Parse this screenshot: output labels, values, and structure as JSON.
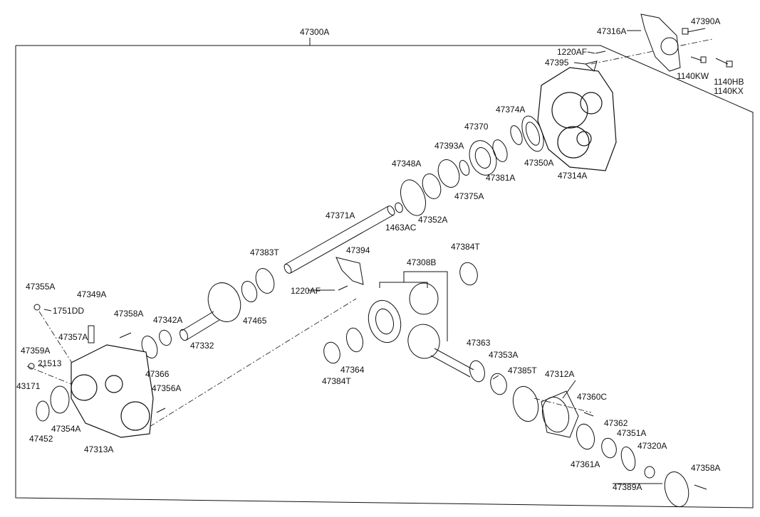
{
  "assembly_label": "47300A",
  "parts": [
    {
      "id": "p47316A",
      "text": "47316A"
    },
    {
      "id": "p47390A",
      "text": "47390A"
    },
    {
      "id": "p1220AF_top",
      "text": "1220AF"
    },
    {
      "id": "p47395",
      "text": "47395"
    },
    {
      "id": "p1140KW",
      "text": "1140KW"
    },
    {
      "id": "p1140HB",
      "text": "1140HB"
    },
    {
      "id": "p1140KX",
      "text": "1140KX"
    },
    {
      "id": "p47374A",
      "text": "47374A"
    },
    {
      "id": "p47370",
      "text": "47370"
    },
    {
      "id": "p47393A",
      "text": "47393A"
    },
    {
      "id": "p47348A",
      "text": "47348A"
    },
    {
      "id": "p47381A",
      "text": "47381A"
    },
    {
      "id": "p47350A",
      "text": "47350A"
    },
    {
      "id": "p47314A",
      "text": "47314A"
    },
    {
      "id": "p47375A",
      "text": "47375A"
    },
    {
      "id": "p47352A",
      "text": "47352A"
    },
    {
      "id": "p1463AC",
      "text": "1463AC"
    },
    {
      "id": "p47371A",
      "text": "47371A"
    },
    {
      "id": "p47384T_top",
      "text": "47384T"
    },
    {
      "id": "p47383T",
      "text": "47383T"
    },
    {
      "id": "p47394",
      "text": "47394"
    },
    {
      "id": "p47308B",
      "text": "47308B"
    },
    {
      "id": "p1220AF_mid",
      "text": "1220AF"
    },
    {
      "id": "p47355A",
      "text": "47355A"
    },
    {
      "id": "p47349A",
      "text": "47349A"
    },
    {
      "id": "p1751DD",
      "text": "1751DD"
    },
    {
      "id": "p47358A_left",
      "text": "47358A"
    },
    {
      "id": "p47342A",
      "text": "47342A"
    },
    {
      "id": "p47465",
      "text": "47465"
    },
    {
      "id": "p47357A",
      "text": "47357A"
    },
    {
      "id": "p47332",
      "text": "47332"
    },
    {
      "id": "p47359A",
      "text": "47359A"
    },
    {
      "id": "p21513",
      "text": "21513"
    },
    {
      "id": "p47366",
      "text": "47366"
    },
    {
      "id": "p43171",
      "text": "43171"
    },
    {
      "id": "p47363",
      "text": "47363"
    },
    {
      "id": "p47353A",
      "text": "47353A"
    },
    {
      "id": "p47364",
      "text": "47364"
    },
    {
      "id": "p47384T_bot",
      "text": "47384T"
    },
    {
      "id": "p47385T",
      "text": "47385T"
    },
    {
      "id": "p47312A",
      "text": "47312A"
    },
    {
      "id": "p47356A",
      "text": "47356A"
    },
    {
      "id": "p47360C",
      "text": "47360C"
    },
    {
      "id": "p47354A",
      "text": "47354A"
    },
    {
      "id": "p47452",
      "text": "47452"
    },
    {
      "id": "p47313A",
      "text": "47313A"
    },
    {
      "id": "p47362",
      "text": "47362"
    },
    {
      "id": "p47351A",
      "text": "47351A"
    },
    {
      "id": "p47320A",
      "text": "47320A"
    },
    {
      "id": "p47361A",
      "text": "47361A"
    },
    {
      "id": "p47358A_right",
      "text": "47358A"
    },
    {
      "id": "p47389A",
      "text": "47389A"
    }
  ]
}
